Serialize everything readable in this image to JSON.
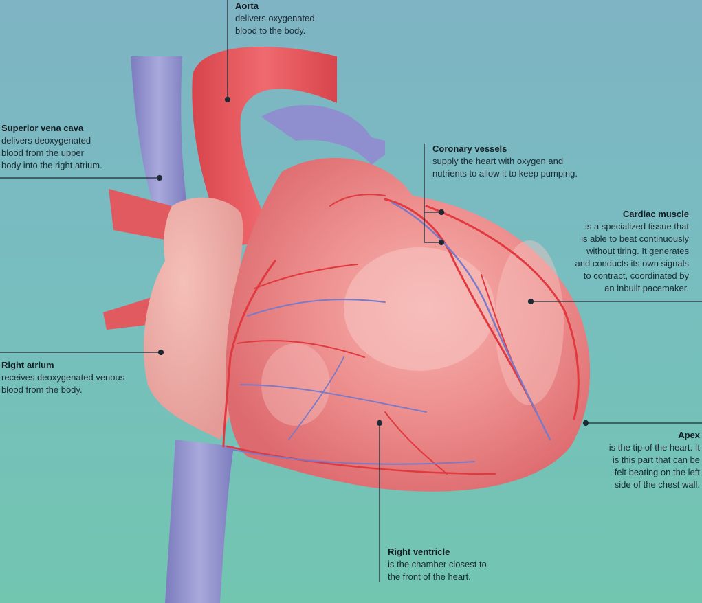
{
  "labels": {
    "aorta": {
      "title": "Aorta",
      "desc": "delivers oxygenated\nblood to the body."
    },
    "superior_vena_cava": {
      "title": "Superior vena cava",
      "desc": "delivers deoxygenated\nblood from the upper\nbody into the right atrium."
    },
    "coronary_vessels": {
      "title": "Coronary vessels",
      "desc": "supply the heart with oxygen and\nnutrients to allow it to keep pumping."
    },
    "cardiac_muscle": {
      "title": "Cardiac muscle",
      "desc": "is a specialized tissue that\nis able to beat continuously\nwithout tiring. It generates\nand conducts its own signals\nto contract, coordinated by\nan inbuilt pacemaker."
    },
    "right_atrium": {
      "title": "Right atrium",
      "desc": "receives deoxygenated venous\nblood from the body."
    },
    "apex": {
      "title": "Apex",
      "desc": "is the tip of the heart. It\nis this part that can be\nfelt beating on the left\nside of the chest wall."
    },
    "right_ventricle": {
      "title": "Right ventricle",
      "desc": "is the chamber closest to\nthe front of the heart."
    }
  },
  "colors": {
    "background_top": "#7eb4c3",
    "background_bottom": "#72c6b0",
    "vein_blue": "#8f8fcf",
    "artery_red": "#e8545a",
    "muscle_pink": "#ec8a8c",
    "leader_line": "#1e2a33"
  }
}
